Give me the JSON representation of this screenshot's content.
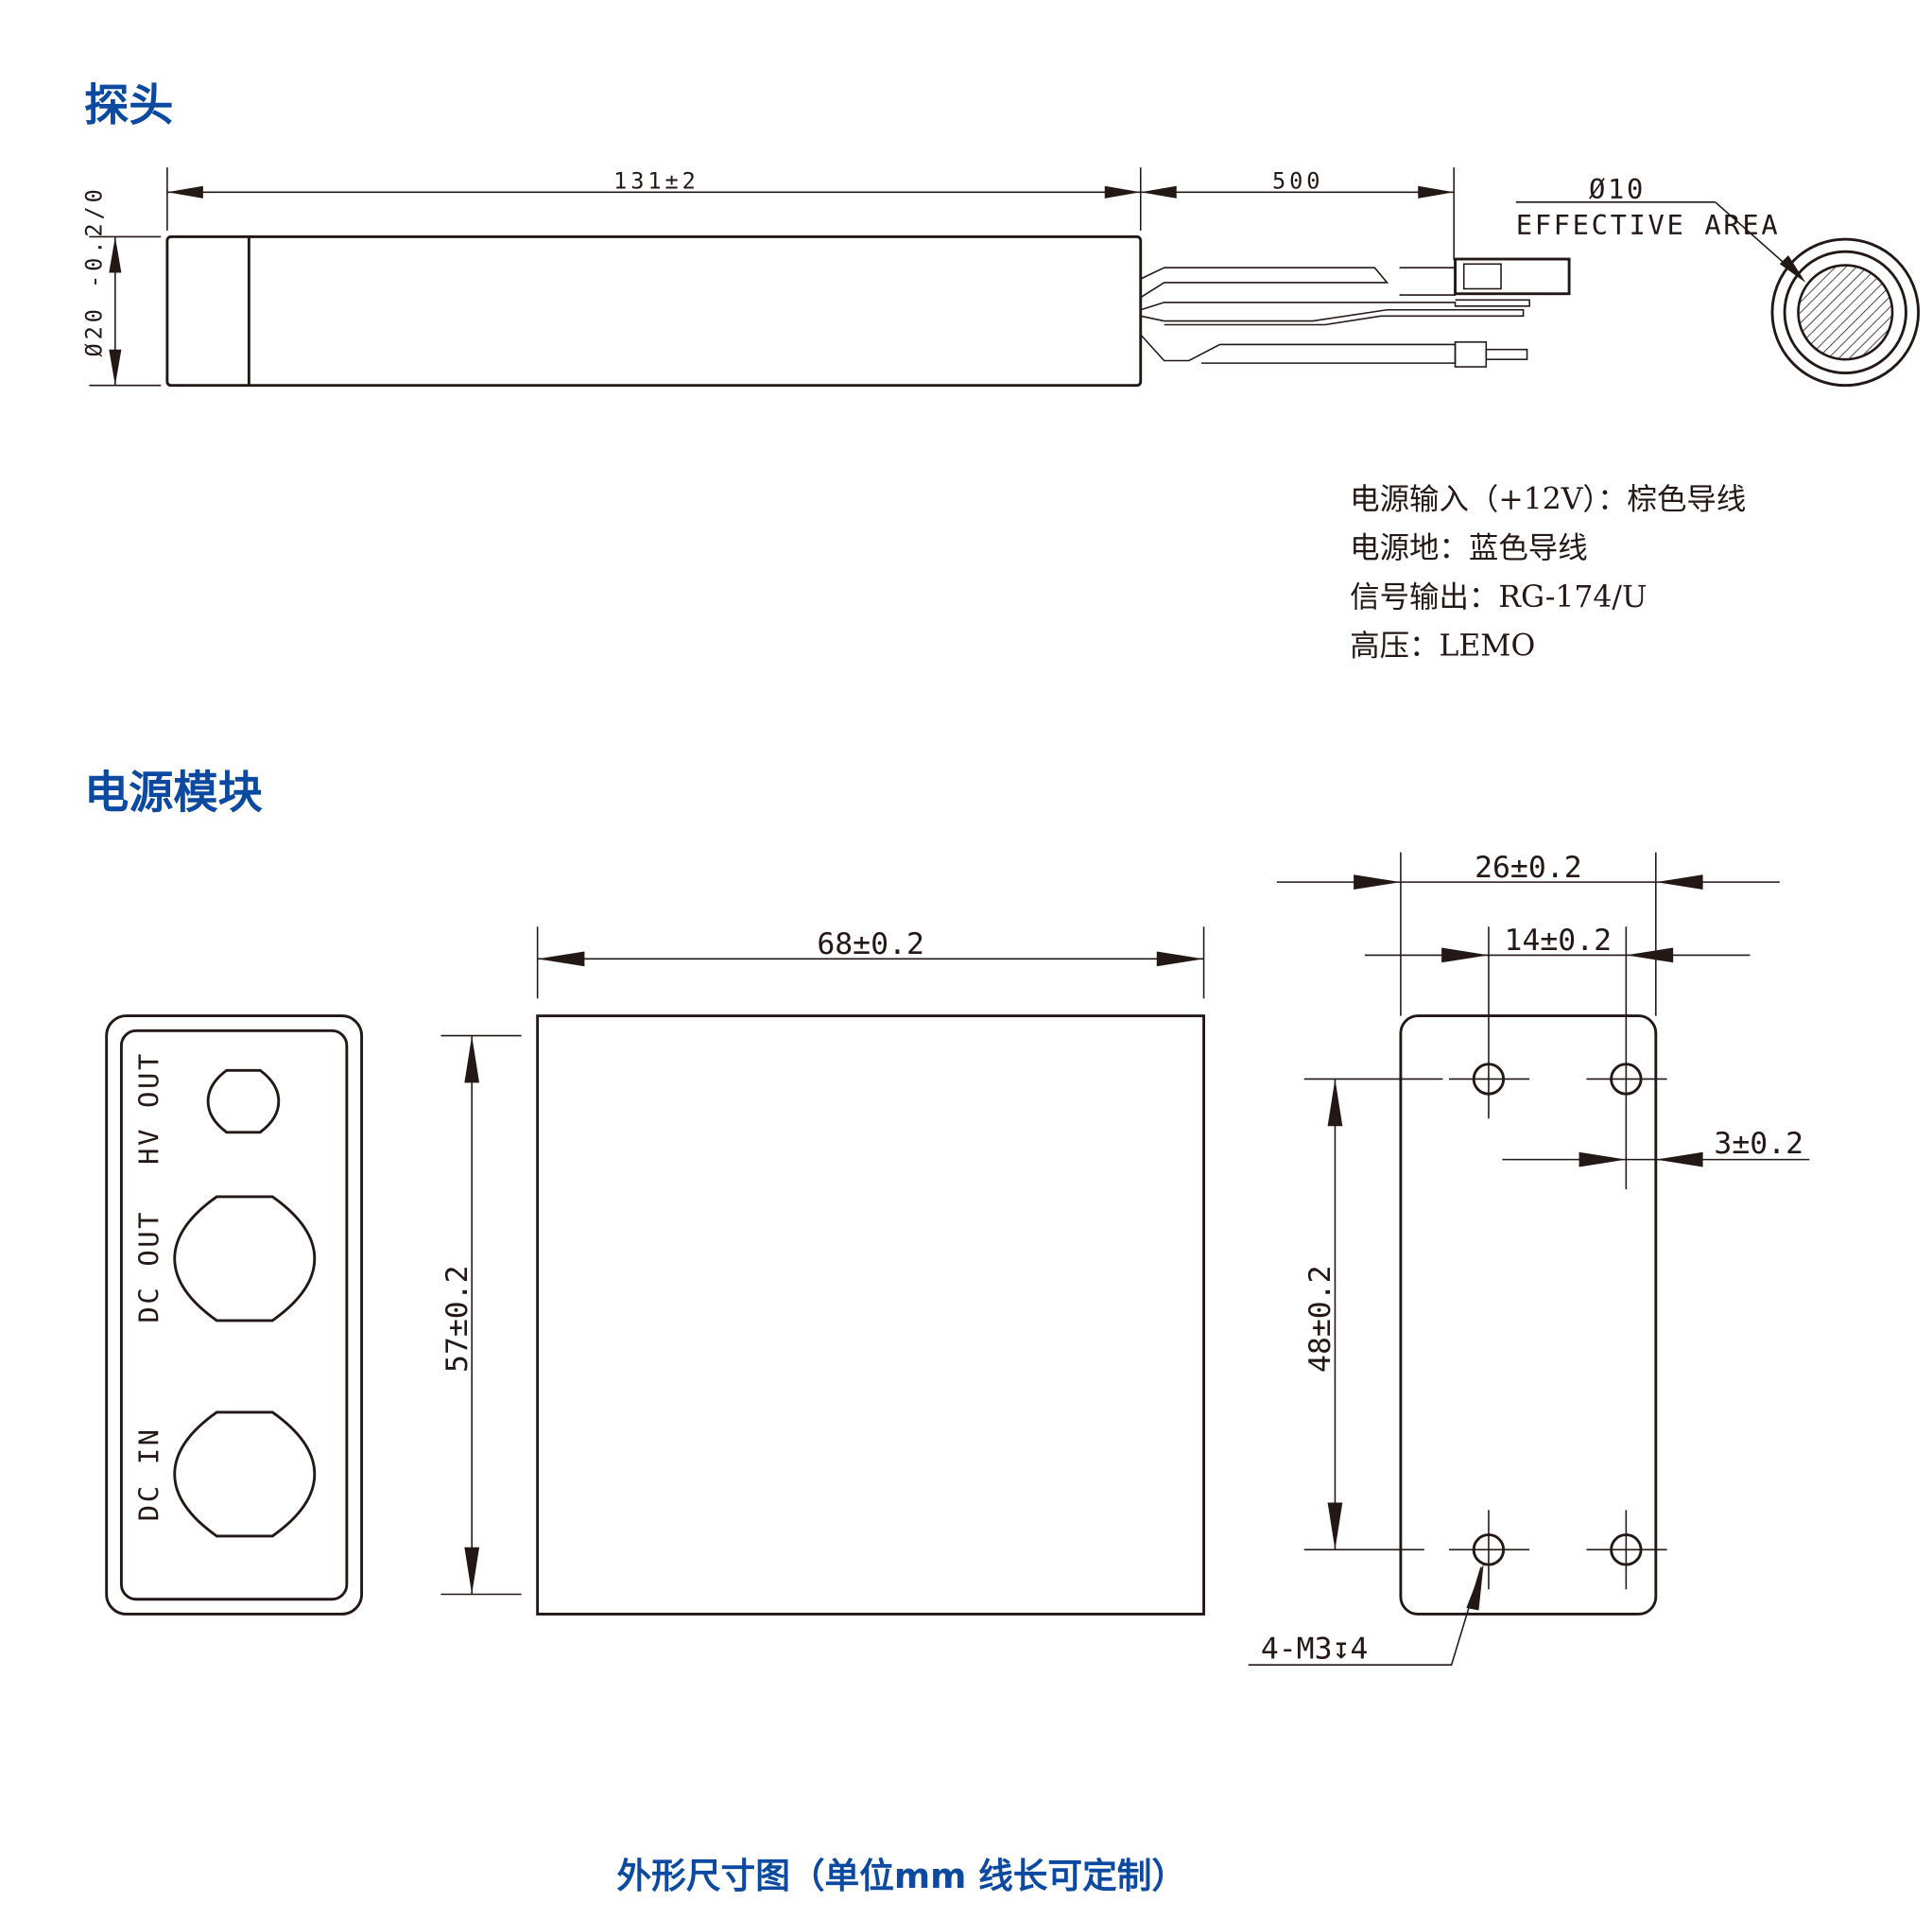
{
  "probe": {
    "heading": "探头",
    "length_dim": "131±2",
    "cable_dim": "500",
    "diameter_dim": "Ø20 -0.2/0",
    "window_dim": "Ø10",
    "effective_area_label": "EFFECTIVE AREA",
    "notes": [
      "电源输入（+12V）：棕色导线",
      "电源地：蓝色导线",
      "信号输出：RG-174/U",
      "高压：LEMO"
    ]
  },
  "power_module": {
    "heading": "电源模块",
    "panel_labels": [
      "HV OUT",
      "DC OUT",
      "DC IN"
    ],
    "width_dim": "68±0.2",
    "height_dim": "57±0.2",
    "side_width_dim": "26±0.2",
    "hole_spacing_dim": "14±0.2",
    "hole_offset_dim": "3±0.2",
    "hole_vertical_dim": "48±0.2",
    "hole_spec": "4-M3↧4"
  },
  "caption": "外形尺寸图（单位mm  线长可定制）"
}
